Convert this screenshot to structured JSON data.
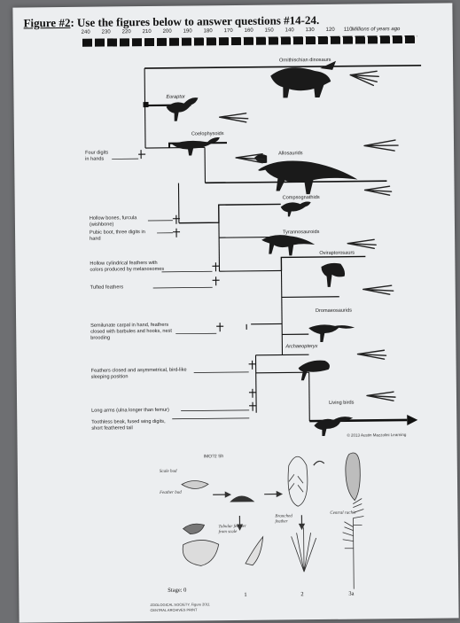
{
  "heading": {
    "figure_label": "Figure #2",
    "text": ": Use the figures below to answer questions #14-24."
  },
  "timescale": {
    "ticks": [
      "240",
      "230",
      "220",
      "210",
      "200",
      "190",
      "180",
      "170",
      "160",
      "150",
      "140",
      "130",
      "120",
      "110"
    ],
    "unit_label": "Millions of years ago"
  },
  "taxa": [
    {
      "label": "Ornithischian dinosaurs"
    },
    {
      "label": "Eoraptor"
    },
    {
      "label": "Coelophysoids"
    },
    {
      "label": "Allosaurids"
    },
    {
      "label": "Compsognathids"
    },
    {
      "label": "Tyrannosauroids"
    },
    {
      "label": "Oviraptorosaurs"
    },
    {
      "label": "Dromaeosaurids"
    },
    {
      "label": "Archaeopteryx"
    },
    {
      "label": "Living birds"
    }
  ],
  "traits": [
    {
      "text": "Four digits in hands"
    },
    {
      "text": "Hollow bones, furcula (wishbone)"
    },
    {
      "text": "Pubic boot, three digits in hand"
    },
    {
      "text": "Hollow cylindrical feathers with colors produced by melanosomes"
    },
    {
      "text": "Tufted feathers"
    },
    {
      "text": "Semilunate carpal in hand, feathers closed with barbules and hooks, nest brooding"
    },
    {
      "text": "Feathers closed and asymmetrical, bird-like sleeping position"
    },
    {
      "text": "Long arms (ulna longer than femur)"
    },
    {
      "text": "Toothless beak, fused wing digits, short feathered tail"
    }
  ],
  "copyright": "© 2013 Austin Mazzolini Learning",
  "feather_panel": {
    "legend": "IMO?2 Sh",
    "labels": {
      "scale_bud": "Scale bud",
      "feather_bud": "Feather bud",
      "tubular": "Tubular feather from scale",
      "branched": "Branched feather",
      "central": "Central rachis"
    },
    "stages": [
      "Stage: 0",
      "1",
      "2",
      "3a"
    ],
    "credit_1": "ZOOLOGICAL SOCIETY, Figure 2011",
    "credit_2": "CENTRAL ARCHIVES PRINT"
  },
  "colors": {
    "page": "#eceef0",
    "ink": "#111111",
    "background": "#6e6f72"
  }
}
